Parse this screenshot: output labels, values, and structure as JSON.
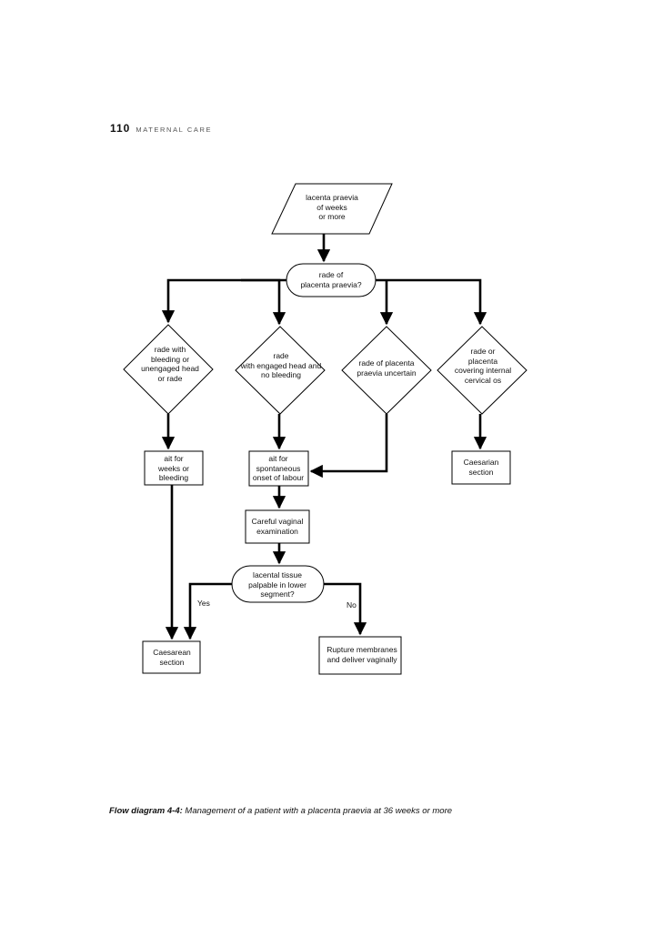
{
  "header": {
    "page_number": "110",
    "section": "MATERNAL CARE"
  },
  "nodes": {
    "start": [
      "lacenta praevia",
      "of      weeks",
      "or more"
    ],
    "grade_question": [
      "rade of",
      "placenta praevia?"
    ],
    "grade_bleeding": [
      "rade     with",
      "bleeding or",
      "unengaged head",
      "or    rade"
    ],
    "grade_engaged": [
      "rade",
      "with engaged head and",
      "no bleeding"
    ],
    "grade_uncertain": [
      "rade of placenta",
      "praevia uncertain"
    ],
    "grade_covering": [
      "rade     or",
      "placenta",
      "covering internal",
      "cervical os"
    ],
    "wait_weeks": [
      "ait for",
      "weeks or",
      "bleeding"
    ],
    "wait_spontaneous": [
      "ait for",
      "spontaneous",
      "onset of labour"
    ],
    "caesarian_right": [
      "Caesarian",
      "section"
    ],
    "vaginal_exam": [
      "Careful vaginal",
      "examination"
    ],
    "tissue_question": [
      "lacental tissue",
      "palpable in lower",
      "segment?"
    ],
    "caesarean_left": [
      "Caesarean",
      "section"
    ],
    "rupture": [
      "Rupture membranes",
      "and deliver vaginally"
    ]
  },
  "branch_labels": {
    "yes": "Yes",
    "no": "No"
  },
  "caption": {
    "label": "Flow diagram 4-4:",
    "text": " Management of a patient with a placenta praevia at 36 weeks or more"
  }
}
